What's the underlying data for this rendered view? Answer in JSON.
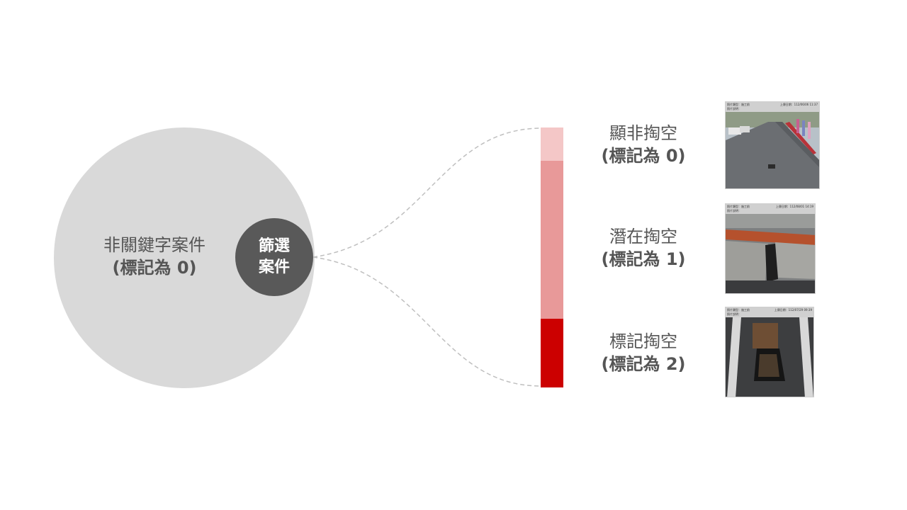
{
  "left": {
    "outer_label_line1": "非關鍵字案件",
    "outer_label_line2": "(標記為 0)",
    "inner_label_line1": "篩選",
    "inner_label_line2": "案件"
  },
  "colors": {
    "outer_circle": "#d9d9d9",
    "inner_circle": "#595959",
    "segment_0": "#f4c7c7",
    "segment_1": "#e89999",
    "segment_2": "#cc0000",
    "connector": "#bfbfbf"
  },
  "categories": [
    {
      "label_line1": "顯非掏空",
      "label_line2": "(標記為 0)",
      "photo_caption_left": "照片類型：施工前",
      "photo_caption_right": "上傳日期：112/06/06 11:37",
      "photo_caption_line2": "照片說明：",
      "photo_subject": "street-road-photo"
    },
    {
      "label_line1": "潛在掏空",
      "label_line2": "(標記為 1)",
      "photo_caption_left": "照片類型：施工前",
      "photo_caption_right": "上傳日期：112/08/01 14:19",
      "photo_caption_line2": "照片說明：",
      "photo_subject": "curb-gap-photo"
    },
    {
      "label_line1": "標記掏空",
      "label_line2": "(標記為 2)",
      "photo_caption_left": "照片類型：施工前",
      "photo_caption_right": "上傳日期：112/07/29 09:39",
      "photo_caption_line2": "照片說明：",
      "photo_subject": "road-cavity-photo"
    }
  ]
}
